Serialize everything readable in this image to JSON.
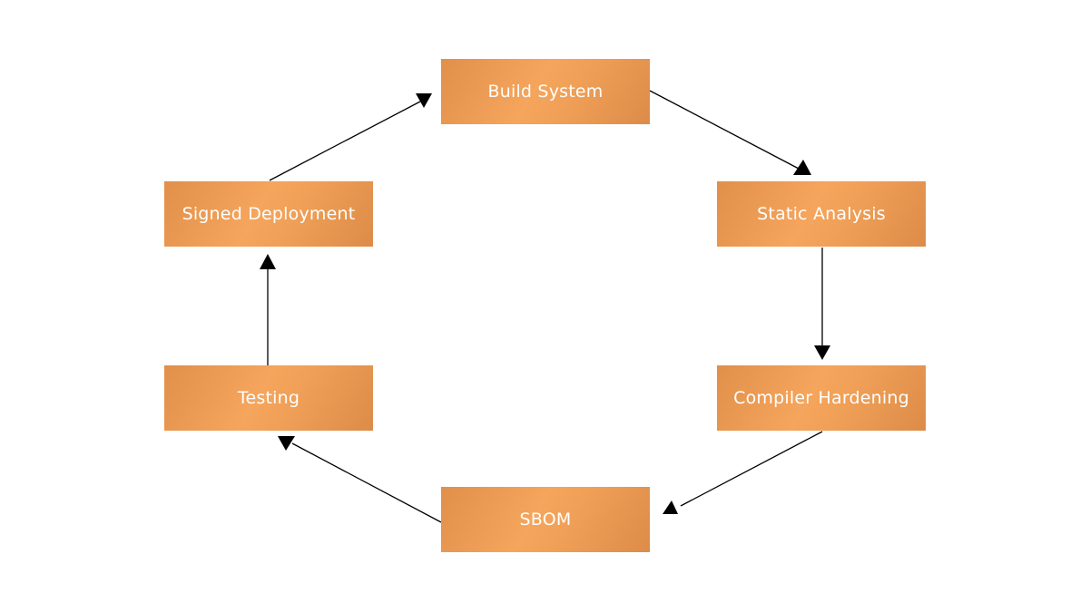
{
  "diagram": {
    "nodes": [
      {
        "id": "build",
        "label": "Build System"
      },
      {
        "id": "static",
        "label": "Static Analysis"
      },
      {
        "id": "compiler",
        "label": "Compiler Hardening"
      },
      {
        "id": "sbom",
        "label": "SBOM"
      },
      {
        "id": "testing",
        "label": "Testing"
      },
      {
        "id": "signed",
        "label": "Signed Deployment"
      }
    ],
    "edges": [
      {
        "from": "build",
        "to": "static"
      },
      {
        "from": "static",
        "to": "compiler"
      },
      {
        "from": "compiler",
        "to": "sbom"
      },
      {
        "from": "sbom",
        "to": "testing"
      },
      {
        "from": "testing",
        "to": "signed"
      },
      {
        "from": "signed",
        "to": "build"
      }
    ],
    "colors": {
      "node_fill": "#f0a057",
      "node_text": "#ffffff",
      "edge": "#000000",
      "background": "#ffffff"
    }
  }
}
